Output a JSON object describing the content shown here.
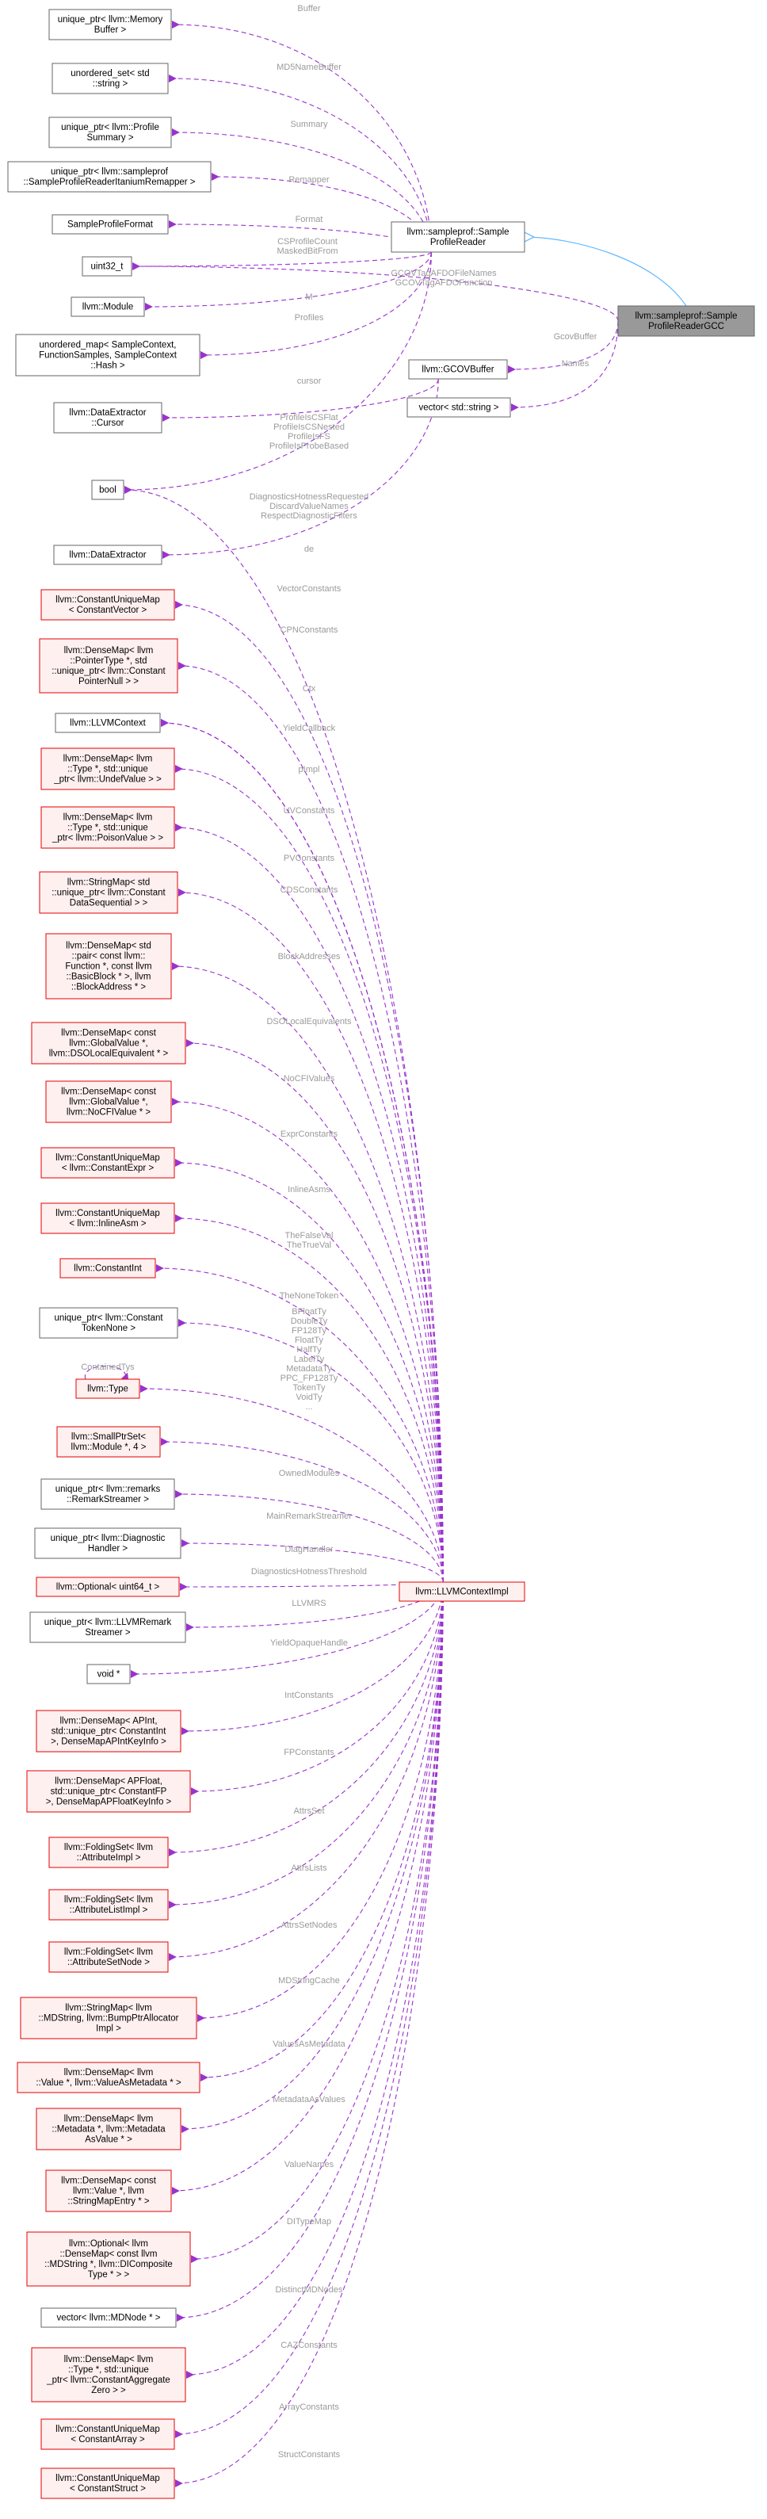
{
  "nodes": [
    {
      "id": "mem",
      "lines": [
        "unique_ptr< llvm::Memory",
        "Buffer >"
      ],
      "style": "plain"
    },
    {
      "id": "uset",
      "lines": [
        "unordered_set< std",
        "::string >"
      ],
      "style": "plain"
    },
    {
      "id": "psum",
      "lines": [
        "unique_ptr< llvm::Profile",
        "Summary >"
      ],
      "style": "plain"
    },
    {
      "id": "remap",
      "lines": [
        "unique_ptr< llvm::sampleprof",
        "::SampleProfileReaderItaniumRemapper >"
      ],
      "style": "plain"
    },
    {
      "id": "spf",
      "lines": [
        "SampleProfileFormat"
      ],
      "style": "plain"
    },
    {
      "id": "u32",
      "lines": [
        "uint32_t"
      ],
      "style": "plain"
    },
    {
      "id": "mod",
      "lines": [
        "llvm::Module"
      ],
      "style": "plain"
    },
    {
      "id": "umap",
      "lines": [
        "unordered_map< SampleContext,",
        "FunctionSamples, SampleContext",
        "::Hash >"
      ],
      "style": "plain"
    },
    {
      "id": "cursor",
      "lines": [
        "llvm::DataExtractor",
        "::Cursor"
      ],
      "style": "plain"
    },
    {
      "id": "bool",
      "lines": [
        "bool"
      ],
      "style": "plain"
    },
    {
      "id": "dext",
      "lines": [
        "llvm::DataExtractor"
      ],
      "style": "plain"
    },
    {
      "id": "cvec",
      "lines": [
        "llvm::ConstantUniqueMap",
        "< ConstantVector >"
      ],
      "style": "red"
    },
    {
      "id": "cpn",
      "lines": [
        "llvm::DenseMap< llvm",
        "::PointerType *, std",
        "::unique_ptr< llvm::Constant",
        "PointerNull > >"
      ],
      "style": "red"
    },
    {
      "id": "ctx",
      "lines": [
        "llvm::LLVMContext"
      ],
      "style": "plain"
    },
    {
      "id": "uv",
      "lines": [
        "llvm::DenseMap< llvm",
        "::Type *, std::unique",
        "_ptr< llvm::UndefValue > >"
      ],
      "style": "red"
    },
    {
      "id": "pv",
      "lines": [
        "llvm::DenseMap< llvm",
        "::Type *, std::unique",
        "_ptr< llvm::PoisonValue > >"
      ],
      "style": "red"
    },
    {
      "id": "cds",
      "lines": [
        "llvm::StringMap< std",
        "::unique_ptr< llvm::Constant",
        "DataSequential > >"
      ],
      "style": "red"
    },
    {
      "id": "ba",
      "lines": [
        "llvm::DenseMap< std",
        "::pair< const llvm::",
        "Function *, const llvm",
        "::BasicBlock * >, llvm",
        "::BlockAddress * >"
      ],
      "style": "red"
    },
    {
      "id": "dso",
      "lines": [
        "llvm::DenseMap< const",
        "llvm::GlobalValue *,",
        "llvm::DSOLocalEquivalent * >"
      ],
      "style": "red"
    },
    {
      "id": "nocfi",
      "lines": [
        "llvm::DenseMap< const",
        "llvm::GlobalValue *,",
        "llvm::NoCFIValue * >"
      ],
      "style": "red"
    },
    {
      "id": "cexpr",
      "lines": [
        "llvm::ConstantUniqueMap",
        "< llvm::ConstantExpr >"
      ],
      "style": "red"
    },
    {
      "id": "iasm",
      "lines": [
        "llvm::ConstantUniqueMap",
        "< llvm::InlineAsm >"
      ],
      "style": "red"
    },
    {
      "id": "cint",
      "lines": [
        "llvm::ConstantInt"
      ],
      "style": "red"
    },
    {
      "id": "ctn",
      "lines": [
        "unique_ptr< llvm::Constant",
        "TokenNone >"
      ],
      "style": "plain"
    },
    {
      "id": "type",
      "lines": [
        "llvm::Type"
      ],
      "style": "red"
    },
    {
      "id": "sps",
      "lines": [
        "llvm::SmallPtrSet<",
        "llvm::Module *, 4 >"
      ],
      "style": "red"
    },
    {
      "id": "rstream",
      "lines": [
        "unique_ptr< llvm::remarks",
        "::RemarkStreamer >"
      ],
      "style": "plain"
    },
    {
      "id": "diag",
      "lines": [
        "unique_ptr< llvm::Diagnostic",
        "Handler >"
      ],
      "style": "plain"
    },
    {
      "id": "opt64",
      "lines": [
        "llvm::Optional< uint64_t >"
      ],
      "style": "red"
    },
    {
      "id": "llvmrs",
      "lines": [
        "unique_ptr< llvm::LLVMRemark",
        "Streamer >"
      ],
      "style": "plain"
    },
    {
      "id": "voidp",
      "lines": [
        "void *"
      ],
      "style": "plain"
    },
    {
      "id": "apint",
      "lines": [
        "llvm::DenseMap< APInt,",
        "std::unique_ptr< ConstantInt",
        ">, DenseMapAPIntKeyInfo >"
      ],
      "style": "red"
    },
    {
      "id": "apfloat",
      "lines": [
        "llvm::DenseMap< APFloat,",
        "std::unique_ptr< ConstantFP",
        ">, DenseMapAPFloatKeyInfo >"
      ],
      "style": "red"
    },
    {
      "id": "aimpl",
      "lines": [
        "llvm::FoldingSet< llvm",
        "::AttributeImpl >"
      ],
      "style": "red"
    },
    {
      "id": "alist",
      "lines": [
        "llvm::FoldingSet< llvm",
        "::AttributeListImpl >"
      ],
      "style": "red"
    },
    {
      "id": "asnode",
      "lines": [
        "llvm::FoldingSet< llvm",
        "::AttributeSetNode >"
      ],
      "style": "red"
    },
    {
      "id": "mdstr",
      "lines": [
        "llvm::StringMap< llvm",
        "::MDString, llvm::BumpPtrAllocator",
        "Impl >"
      ],
      "style": "red"
    },
    {
      "id": "vam",
      "lines": [
        "llvm::DenseMap< llvm",
        "::Value *, llvm::ValueAsMetadata * >"
      ],
      "style": "red"
    },
    {
      "id": "mav",
      "lines": [
        "llvm::DenseMap< llvm",
        "::Metadata *, llvm::Metadata",
        "AsValue * >"
      ],
      "style": "red"
    },
    {
      "id": "vnames",
      "lines": [
        "llvm::DenseMap< const",
        "llvm::Value *, llvm",
        "::StringMapEntry * >"
      ],
      "style": "red"
    },
    {
      "id": "ditype",
      "lines": [
        "llvm::Optional< llvm",
        "::DenseMap< const llvm",
        "::MDString *, llvm::DIComposite",
        "Type * > >"
      ],
      "style": "red"
    },
    {
      "id": "mdnode",
      "lines": [
        "vector< llvm::MDNode * >"
      ],
      "style": "plain"
    },
    {
      "id": "caz",
      "lines": [
        "llvm::DenseMap< llvm",
        "::Type *, std::unique",
        "_ptr< llvm::ConstantAggregate",
        "Zero > >"
      ],
      "style": "red"
    },
    {
      "id": "carr",
      "lines": [
        "llvm::ConstantUniqueMap",
        "< ConstantArray >"
      ],
      "style": "red"
    },
    {
      "id": "cstruct",
      "lines": [
        "llvm::ConstantUniqueMap",
        "< ConstantStruct >"
      ],
      "style": "red"
    },
    {
      "id": "spr",
      "lines": [
        "llvm::sampleprof::Sample",
        "ProfileReader"
      ],
      "style": "plain"
    },
    {
      "id": "gcovb",
      "lines": [
        "llvm::GCOVBuffer"
      ],
      "style": "plain"
    },
    {
      "id": "vstr",
      "lines": [
        "vector< std::string >"
      ],
      "style": "plain"
    },
    {
      "id": "target",
      "lines": [
        "llvm::sampleprof::Sample",
        "ProfileReaderGCC"
      ],
      "style": "target"
    },
    {
      "id": "impl",
      "lines": [
        "llvm::LLVMContextImpl"
      ],
      "style": "red"
    }
  ],
  "edge_labels": {
    "buffer": [
      "Buffer"
    ],
    "mdsn": [
      "MD5NameBuffer"
    ],
    "summary": [
      "Summary"
    ],
    "remapper": [
      "Remapper"
    ],
    "format": [
      "Format"
    ],
    "csprof": [
      "CSProfileCount",
      "MaskedBitFrom"
    ],
    "m": [
      "M"
    ],
    "profiles": [
      "Profiles"
    ],
    "cursor": [
      "cursor"
    ],
    "profileflags": [
      "ProfileIsCSFlat",
      "ProfileIsCSNested",
      "ProfileIsFS",
      "ProfileIsProbeBased"
    ],
    "diagflags": [
      "DiagnosticsHotnessRequested",
      "DiscardValueNames",
      "RespectDiagnosticFilters"
    ],
    "de": [
      "de"
    ],
    "vconst": [
      "VectorConstants"
    ],
    "cpnconst": [
      "CPNConstants"
    ],
    "ctx": [
      "Ctx"
    ],
    "yieldcb": [
      "YieldCallback"
    ],
    "pimpl": [
      "pImpl"
    ],
    "uvconst": [
      "UVConstants"
    ],
    "pvconst": [
      "PVConstants"
    ],
    "cdsconst": [
      "CDSConstants"
    ],
    "baddr": [
      "BlockAddresses"
    ],
    "dsole": [
      "DSOLocalEquivalents"
    ],
    "nocfiv": [
      "NoCFIValues"
    ],
    "exprconst": [
      "ExprConstants"
    ],
    "iasms": [
      "InlineAsms"
    ],
    "truefalse": [
      "TheFalseVal",
      "TheTrueVal"
    ],
    "nonetok": [
      "TheNoneToken"
    ],
    "types": [
      "BFloatTy",
      "DoubleTy",
      "FP128Ty",
      "FloatTy",
      "HalfTy",
      "LabelTy",
      "MetadataTy",
      "PPC_FP128Ty",
      "TokenTy",
      "VoidTy",
      "..."
    ],
    "contained": [
      "ContainedTys"
    ],
    "owned": [
      "OwnedModules"
    ],
    "mainrs": [
      "MainRemarkStreamer"
    ],
    "diaghandler": [
      "DiagHandler"
    ],
    "diagthresh": [
      "DiagnosticsHotnessThreshold"
    ],
    "llvmrs": [
      "LLVMRS"
    ],
    "yieldopaque": [
      "YieldOpaqueHandle"
    ],
    "intconst": [
      "IntConstants"
    ],
    "fpconst": [
      "FPConstants"
    ],
    "attrsset": [
      "AttrsSet"
    ],
    "attrslists": [
      "AttrsLists"
    ],
    "attrsetnodes": [
      "AttrsSetNodes"
    ],
    "mdstrcache": [
      "MDStringCache"
    ],
    "vasmeta": [
      "ValuesAsMetadata"
    ],
    "metaasv": [
      "MetadataAsValues"
    ],
    "valnames": [
      "ValueNames"
    ],
    "ditypemap": [
      "DITypeMap"
    ],
    "distinct": [
      "DistinctMDNodes"
    ],
    "cazconst": [
      "CAZConstants"
    ],
    "arrconst": [
      "ArrayConstants"
    ],
    "structconst": [
      "StructConstants"
    ],
    "gcovfn": [
      "GCOVTagAFDOFileNames",
      "GCOVTagAFDOFunction"
    ],
    "gcovbuf": [
      "GcovBuffer"
    ],
    "names": [
      "Names"
    ]
  },
  "colors": {
    "member_edge": "#9a32cd",
    "inherit_edge": "#63b8ff",
    "red_border": "#e60000",
    "red_fill": "#fff0f0",
    "target_fill": "#999999",
    "label_text": "#9a9a9a"
  }
}
